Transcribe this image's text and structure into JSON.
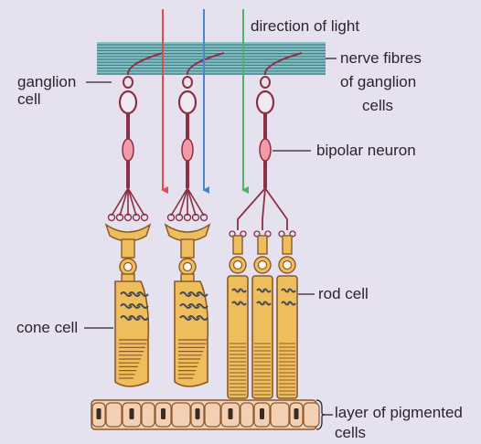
{
  "labels": {
    "direction_of_light": "direction of light",
    "nerve_fibres": [
      "nerve fibres",
      "of ganglion",
      "cells"
    ],
    "ganglion_cell": [
      "ganglion",
      "cell"
    ],
    "bipolar_neuron": "bipolar neuron",
    "rod_cell": "rod cell",
    "cone_cell": "cone cell",
    "pigmented_layer": [
      "layer of pigmented",
      "cells"
    ]
  },
  "colors": {
    "background": "#e6e1ee",
    "nerve_fibre_band": "#86c0c4",
    "fibre_lines": "#3f7f86",
    "cell_body": "#efbe5c",
    "cell_outline": "#8a5a2a",
    "neuron_outline": "#8b3045",
    "neuron_body": "#f29aa7",
    "light_red": "#e34b4b",
    "light_blue": "#4a86cc",
    "light_green": "#4bb36a",
    "pigmented_cells": "#f3cfb4"
  },
  "icons": [
    "red-light-ray-arrow",
    "blue-light-ray-arrow",
    "green-light-ray-arrow"
  ]
}
